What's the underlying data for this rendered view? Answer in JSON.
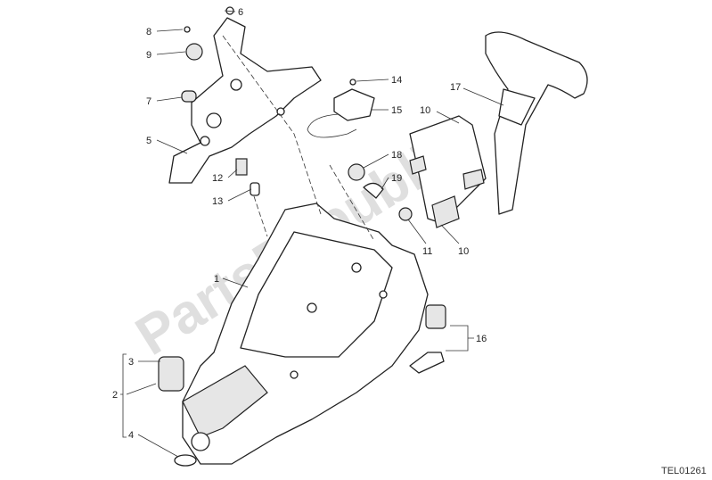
{
  "diagram": {
    "drawing_code": "TEL01261",
    "watermark": "PartsRepublik",
    "callouts": [
      {
        "id": "c8",
        "label": "8"
      },
      {
        "id": "c6",
        "label": "6"
      },
      {
        "id": "c9",
        "label": "9"
      },
      {
        "id": "c7",
        "label": "7"
      },
      {
        "id": "c5",
        "label": "5"
      },
      {
        "id": "c12",
        "label": "12"
      },
      {
        "id": "c13",
        "label": "13"
      },
      {
        "id": "c14",
        "label": "14"
      },
      {
        "id": "c15",
        "label": "15"
      },
      {
        "id": "c10a",
        "label": "10"
      },
      {
        "id": "c17",
        "label": "17"
      },
      {
        "id": "c18",
        "label": "18"
      },
      {
        "id": "c19",
        "label": "19"
      },
      {
        "id": "c11",
        "label": "11"
      },
      {
        "id": "c10b",
        "label": "10"
      },
      {
        "id": "c1",
        "label": "1"
      },
      {
        "id": "c16",
        "label": "16"
      },
      {
        "id": "c3",
        "label": "3"
      },
      {
        "id": "c2",
        "label": "2"
      },
      {
        "id": "c4",
        "label": "4"
      }
    ]
  }
}
